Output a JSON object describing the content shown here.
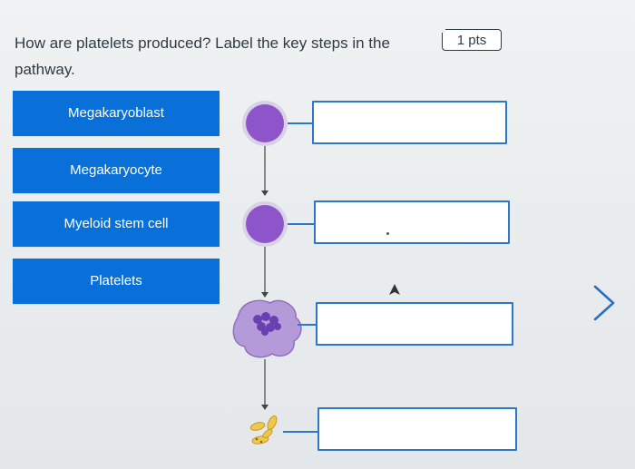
{
  "question": {
    "text": "How are platelets produced? Label the key steps in the pathway.",
    "points": "1 pts"
  },
  "labels": [
    {
      "text": "Megakaryoblast"
    },
    {
      "text": "Megakaryocyte"
    },
    {
      "text": "Myeloid stem cell"
    },
    {
      "text": "Platelets"
    }
  ],
  "pathway": {
    "cell_color": "#8e54c9",
    "cell_ring_color": "#d9d2e6",
    "nucleus_color": "#6a3fb2",
    "platelet_color": "#f0c74e",
    "arrow_color": "#444444"
  },
  "drop_zones": [
    {
      "value": ""
    },
    {
      "value": ""
    },
    {
      "value": ""
    },
    {
      "value": ""
    }
  ],
  "navigation": {
    "next_icon": "chevron-right-icon"
  },
  "colors": {
    "label_bg": "#0a70d9",
    "drop_border": "#2c78c8",
    "text": "#2d3b45"
  }
}
